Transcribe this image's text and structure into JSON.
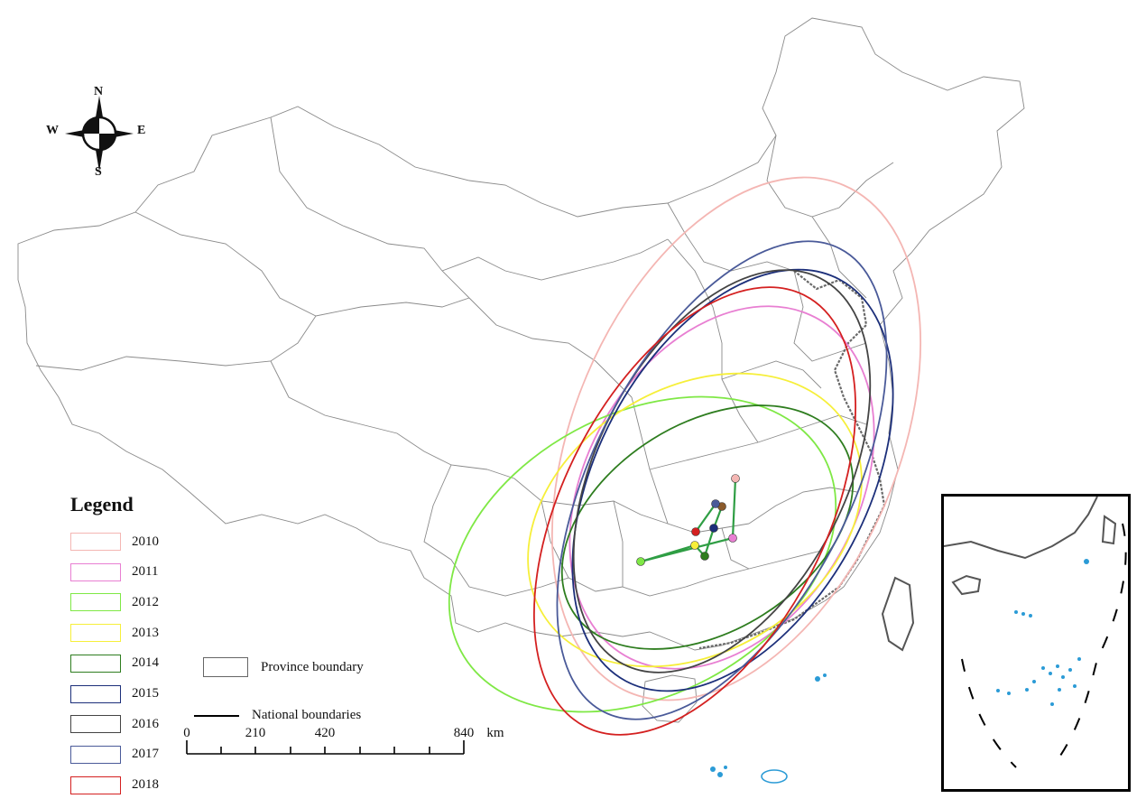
{
  "map": {
    "title": "",
    "legend": {
      "title": "Legend",
      "years": [
        {
          "year": "2010",
          "color": "#f4b6b3"
        },
        {
          "year": "2011",
          "color": "#e87fd2"
        },
        {
          "year": "2012",
          "color": "#7fe845"
        },
        {
          "year": "2013",
          "color": "#f6ef3a"
        },
        {
          "year": "2014",
          "color": "#2e7d1f"
        },
        {
          "year": "2015",
          "color": "#1c2f7a"
        },
        {
          "year": "2016",
          "color": "#444444"
        },
        {
          "year": "2017",
          "color": "#4a5a99"
        },
        {
          "year": "2018",
          "color": "#d42020"
        }
      ],
      "province_boundary": "Province boundary",
      "national_boundaries": "National boundaries"
    },
    "scale_bar": {
      "labels": [
        "0",
        "210",
        "420",
        "840"
      ],
      "unit": "km"
    },
    "compass": {
      "north": "N",
      "south": "S",
      "east": "E",
      "west": "W"
    },
    "centroid_colors": {
      "2010": "#f4b6b3",
      "2011": "#e87fd2",
      "2012": "#7fe845",
      "2013": "#f6ef3a",
      "2014": "#2e7d1f",
      "2015": "#1c2f7a",
      "2016": "#8b5a2b",
      "2017": "#4a5a99",
      "2018": "#d42020"
    },
    "track_color": "#2f9e44"
  }
}
